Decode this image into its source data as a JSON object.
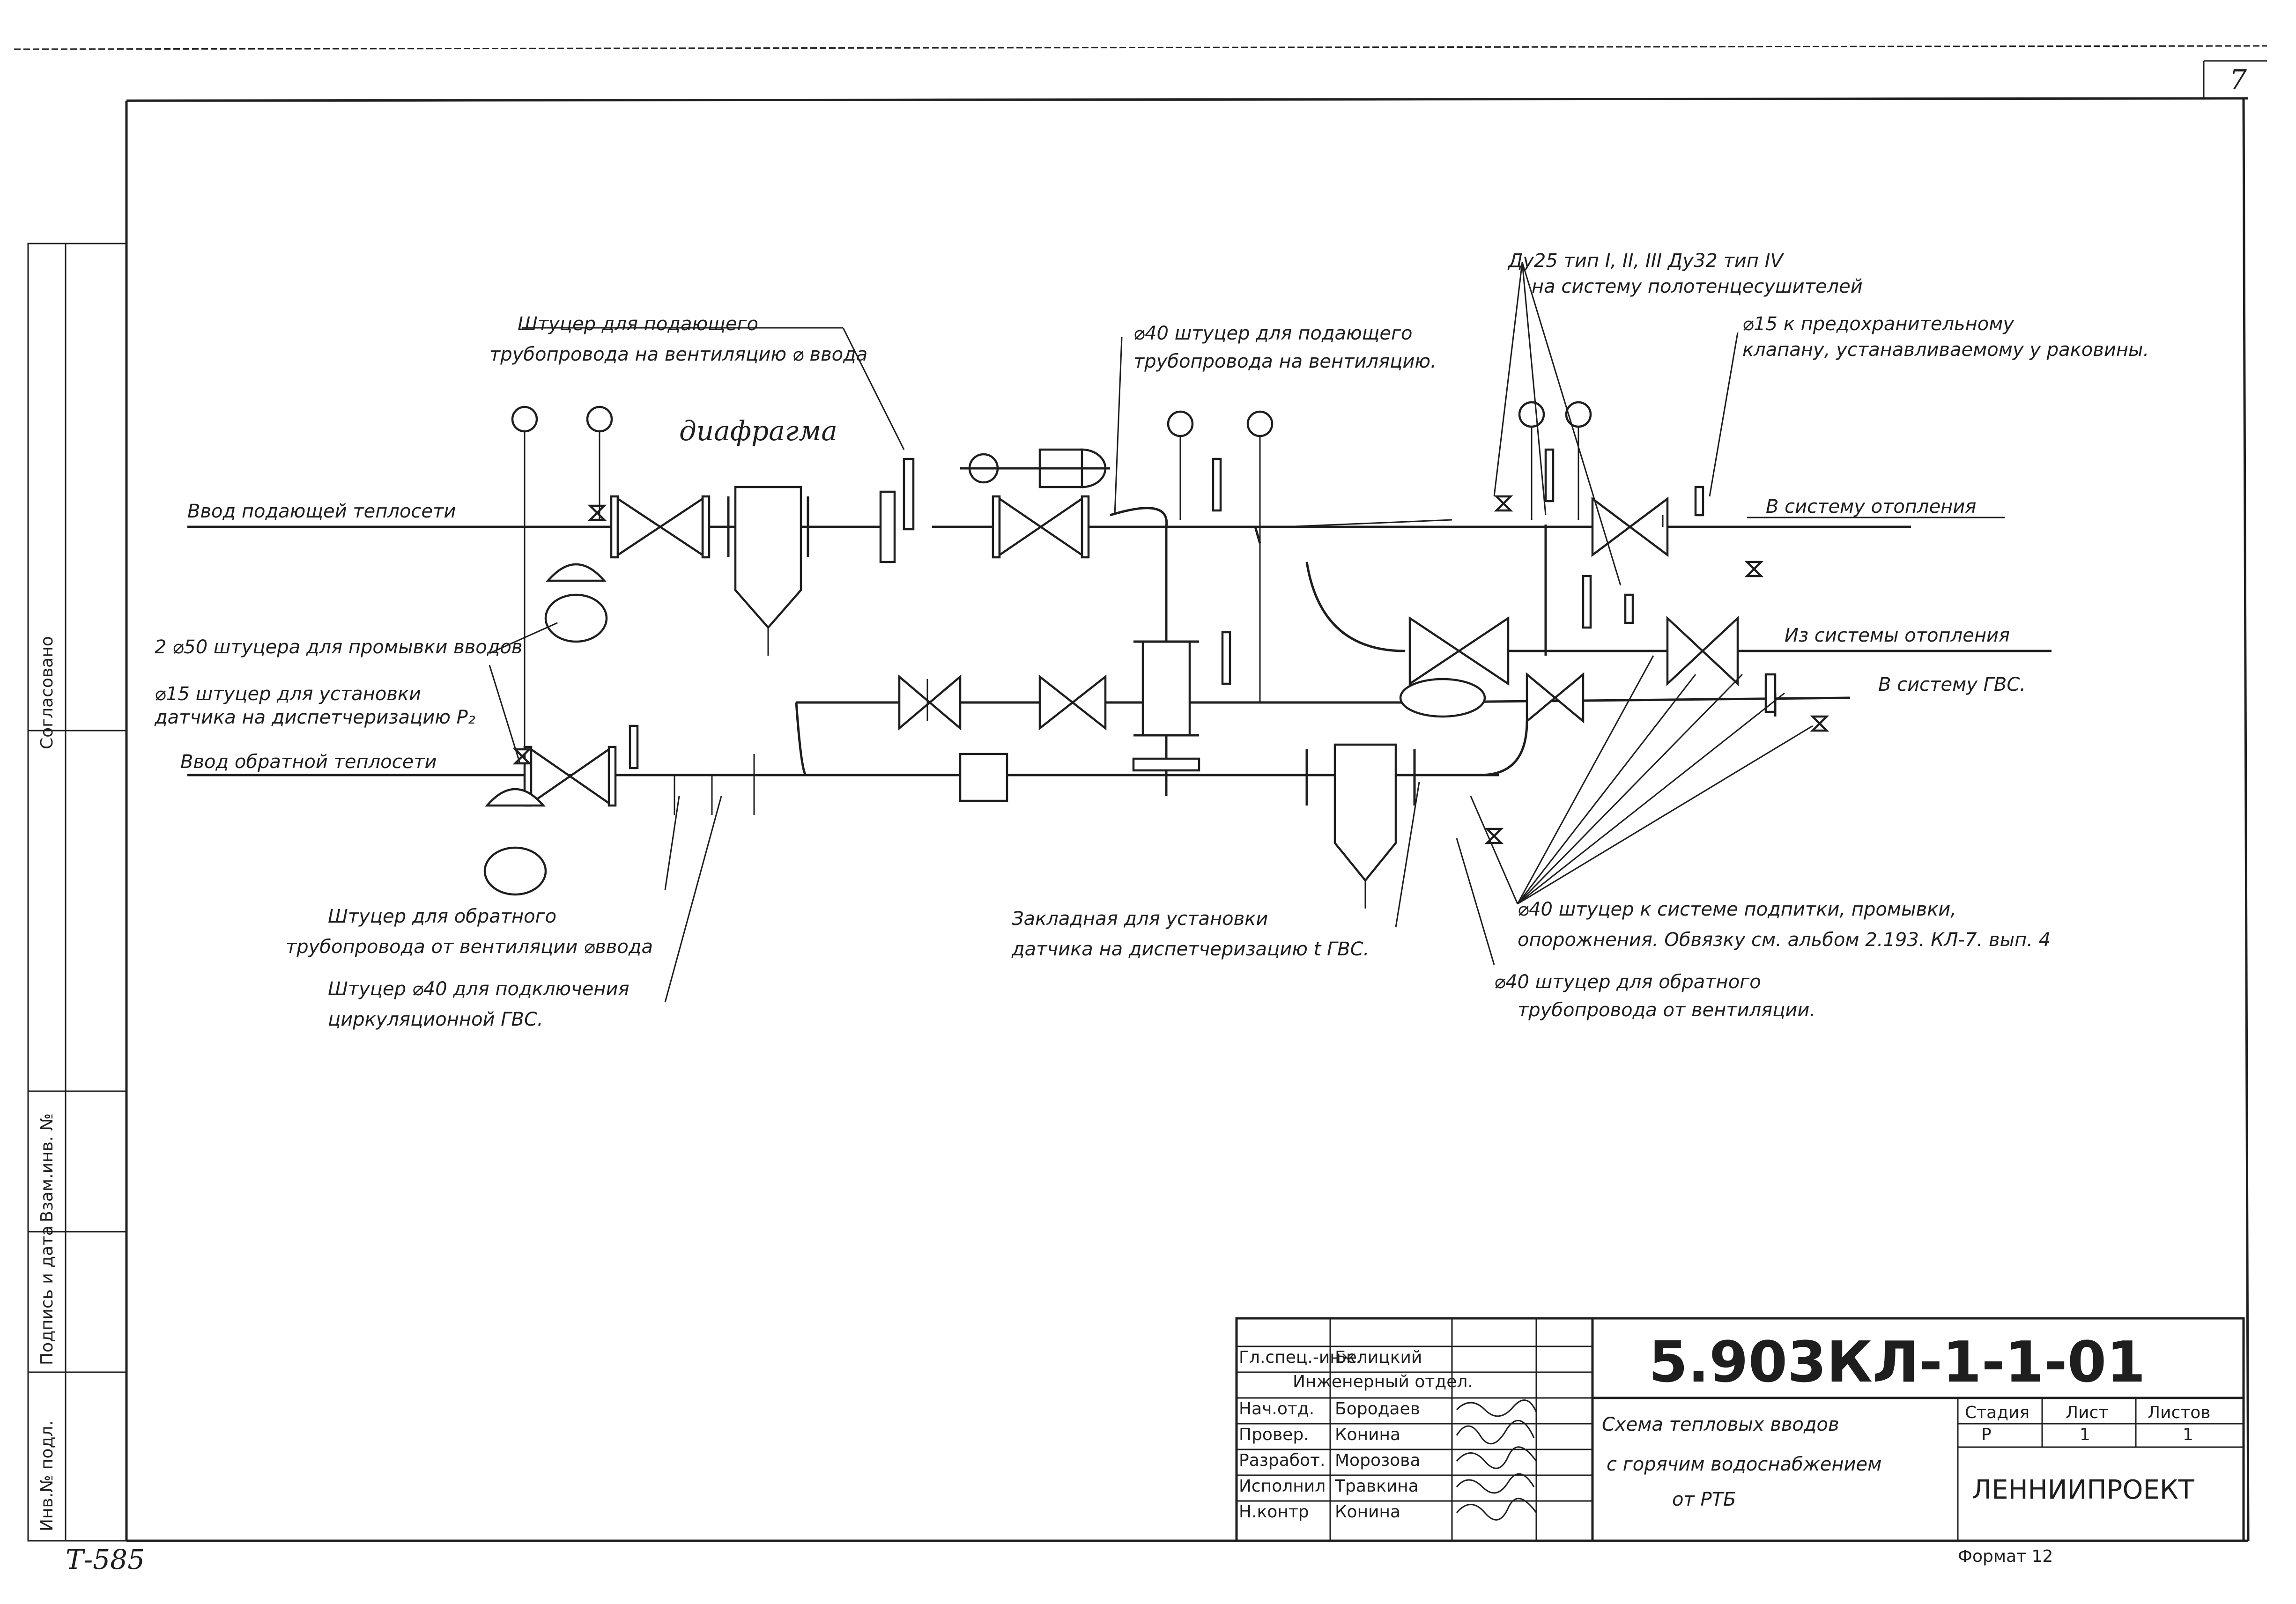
{
  "sheet": {
    "page_number": "7",
    "archive_code": "Т-585",
    "side_stamp": {
      "agreed": "Согласовано",
      "col_inv": "Инв.№ подл.",
      "col_sign": "Подпись и дата",
      "col_repl": "Взам.инв. №"
    },
    "format_note": "Формат 12"
  },
  "labels": {
    "supply_input": "Ввод подающей теплосети",
    "return_input": "Ввод обратной теплосети",
    "flush_fittings": "2 ⌀50 штуцера для промывки вводов",
    "sensor_p2_line1": "⌀15 штуцер для установки",
    "sensor_p2_line2": "датчика на диспетчеризацию P₂",
    "vent_supply_line1": "Штуцер для подающего",
    "vent_supply_line2": "трубопровода на вентиляцию ⌀ ввода",
    "d40_supply_vent_line1": "⌀40 штуцер для подающего",
    "d40_supply_vent_line2": "трубопровода на вентиляцию.",
    "diaphragm": "диафрагма",
    "towel_dryers_line1": "Ду25 тип I, II, III  Ду32 тип IV",
    "towel_dryers_line2": "на систему полотенцесушителей",
    "safety_valve_line1": "⌀15 к предохранительному",
    "safety_valve_line2": "клапану, устанавливаемому у раковины.",
    "to_heating": "В систему отопления",
    "from_heating": "Из системы отопления",
    "to_dhw": "В систему ГВС.",
    "return_vent_line1": "Штуцер для обратного",
    "return_vent_line2": "трубопровода от вентиляции ⌀ввода",
    "d40_circ_line1": "Штуцер ⌀40 для подключения",
    "d40_circ_line2": "циркуляционной ГВС.",
    "embedded_line1": "Закладная для установки",
    "embedded_line2": "датчика на диспетчеризацию t ГВС.",
    "d40_makeup_line1": "⌀40 штуцер к системе подпитки, промывки,",
    "d40_makeup_line2": "опорожнения. Обвязку см. альбом 2.193. КЛ-7. вып. 4",
    "d40_return_vent_line1": "⌀40 штуцер для обратного",
    "d40_return_vent_line2": "трубопровода от вентиляции."
  },
  "title_block": {
    "doc_code": "5.903КЛ-1-1-01",
    "title_line1": "Схема тепловых вводов",
    "title_line2": "с горячим водоснабжением",
    "title_line3": "от РТБ",
    "stage_label": "Стадия",
    "sheet_label": "Лист",
    "sheets_label": "Листов",
    "stage_value": "Р",
    "sheet_value": "1",
    "sheets_value": "1",
    "org": "ЛЕННИИПРОЕКТ",
    "department": "Инженерный отдел.",
    "rows": [
      {
        "role": "Гл.спец.-инж.",
        "name": "Белицкий"
      },
      {
        "role": "Нач.отд.",
        "name": "Бородаев"
      },
      {
        "role": "Провер.",
        "name": "Конина"
      },
      {
        "role": "Разработ.",
        "name": "Морозова"
      },
      {
        "role": "Исполнил",
        "name": "Травкина"
      },
      {
        "role": "Н.контр",
        "name": "Конина"
      }
    ]
  }
}
